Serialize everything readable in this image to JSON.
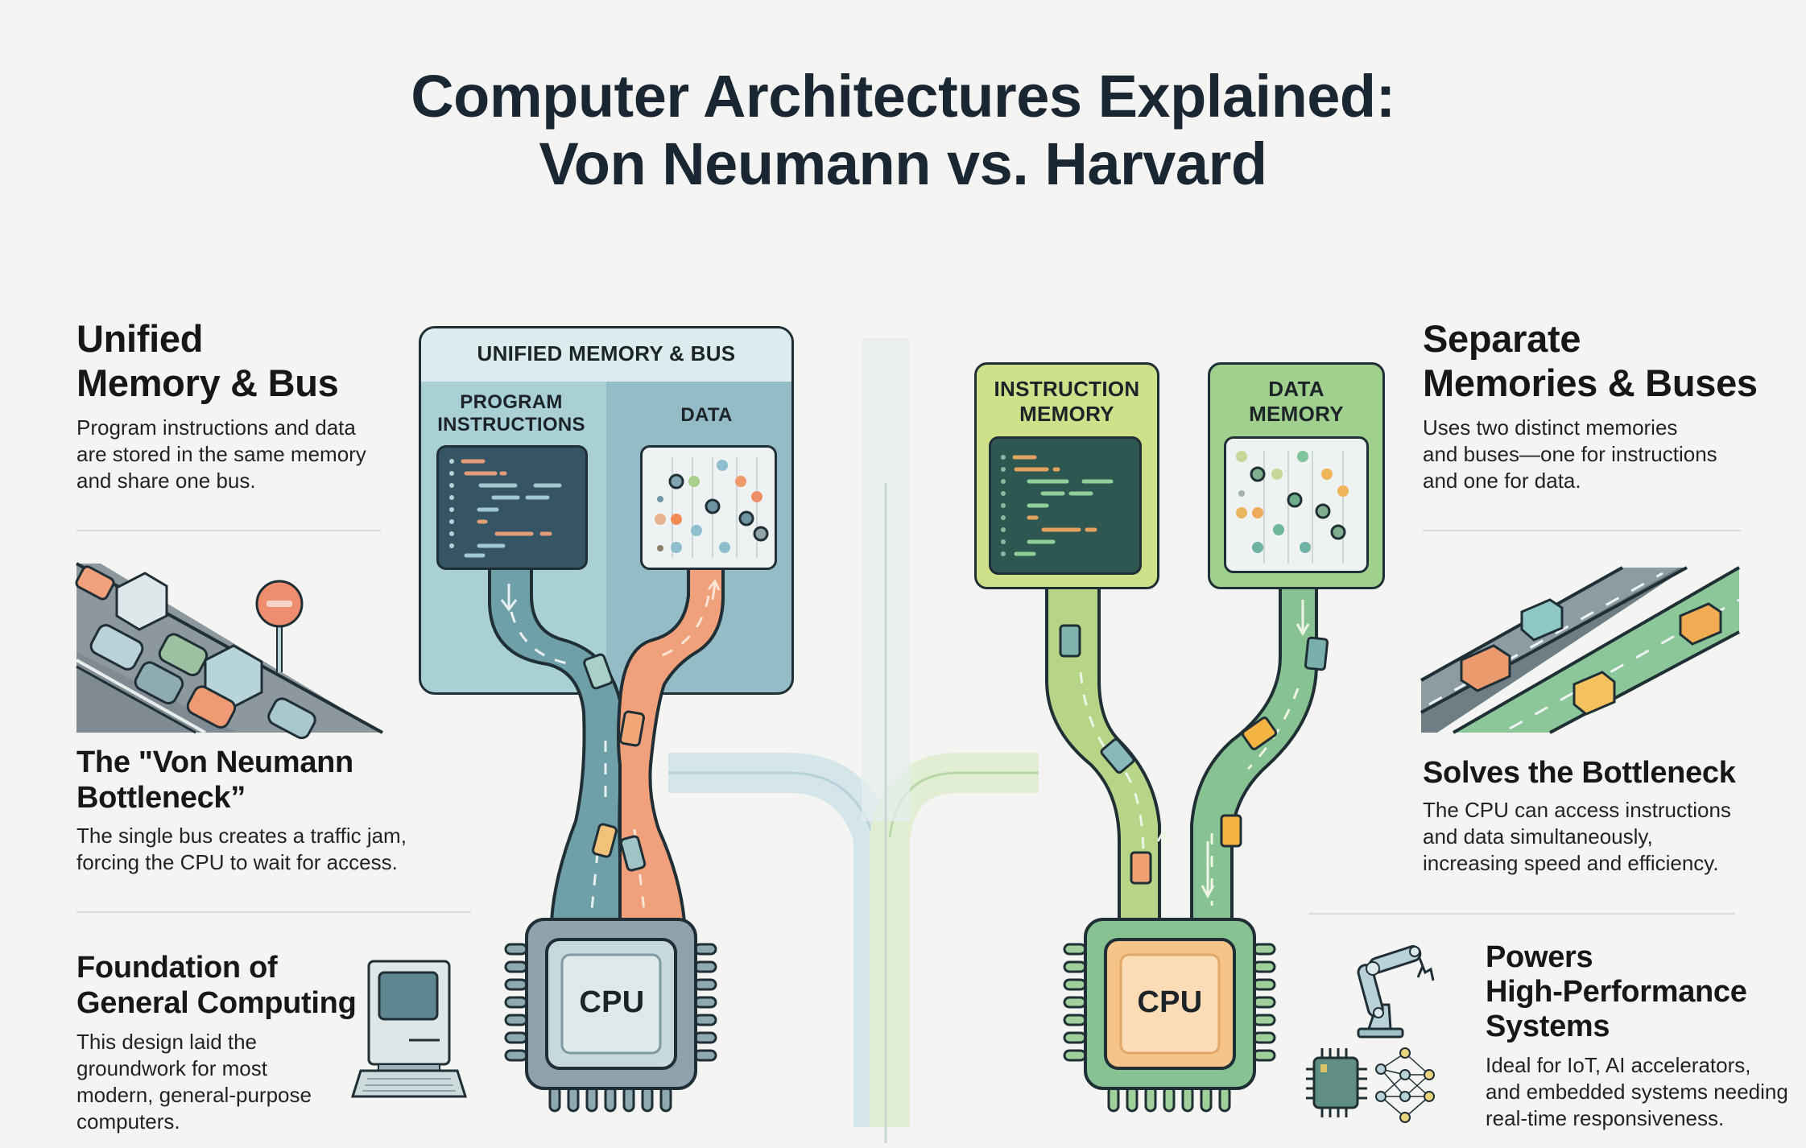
{
  "title": {
    "line1": "Computer Architectures Explained:",
    "line2": "Von Neumann vs. Harvard"
  },
  "von_neumann": {
    "section1": {
      "heading_line1": "Unified",
      "heading_line2": "Memory & Bus",
      "body_line1": "Program instructions and data",
      "body_line2": "are stored in the same memory",
      "body_line3": "and share one bus."
    },
    "section2": {
      "heading_line1": "The \"Von Neumann",
      "heading_line2": "Bottleneck”",
      "body_line1": "The single bus creates a traffic jam,",
      "body_line2": "forcing the CPU to wait for access.",
      "illustration": "traffic-jam-with-no-entry-sign"
    },
    "section3": {
      "heading_line1": "Foundation of",
      "heading_line2": "General Computing",
      "body_line1": "This design laid the",
      "body_line2": "groundwork for most",
      "body_line3": "modern, general-purpose",
      "body_line4": "computers.",
      "icon": "retro-computer-icon"
    },
    "diagram": {
      "memory_title": "UNIFIED MEMORY & BUS",
      "program_label_line1": "PROGRAM",
      "program_label_line2": "INSTRUCTIONS",
      "data_label": "DATA",
      "cpu_label": "CPU"
    }
  },
  "harvard": {
    "section1": {
      "heading_line1": "Separate",
      "heading_line2": "Memories & Buses",
      "body_line1": "Uses two distinct memories",
      "body_line2": "and buses—one for instructions",
      "body_line3": "and one for data."
    },
    "section2": {
      "heading": "Solves the Bottleneck",
      "body_line1": "The CPU can access instructions",
      "body_line2": "and data simultaneously,",
      "body_line3": "increasing speed and efficiency.",
      "illustration": "two-lane-highway-flowing"
    },
    "section3": {
      "heading_line1": "Powers",
      "heading_line2": "High-Performance",
      "heading_line3": "Systems",
      "body_line1": "Ideal for IoT, AI accelerators,",
      "body_line2": "and embedded systems needing",
      "body_line3": "real-time responsiveness.",
      "icons": [
        "robot-arm-icon",
        "microchip-icon",
        "neural-network-icon"
      ]
    },
    "diagram": {
      "instruction_label_line1": "INSTRUCTION",
      "instruction_label_line2": "MEMORY",
      "data_label_line1": "DATA",
      "data_label_line2": "MEMORY",
      "cpu_label": "CPU"
    }
  },
  "colors": {
    "background": "#f4f5f3",
    "title_text": "#1a2733",
    "vn_memory_panel": "#a9cdd3",
    "vn_instruction_bus": "#6f9fa8",
    "vn_data_bus": "#f0a07a",
    "vn_cpu": "#8fa5b0",
    "hv_instruction_memory": "#cfe08a",
    "hv_data_memory": "#9fd08e",
    "hv_instruction_bus": "#a9cf7a",
    "hv_data_bus": "#7fbf8a",
    "hv_cpu_core": "#f7cf96",
    "outline": "#1f2f35"
  }
}
